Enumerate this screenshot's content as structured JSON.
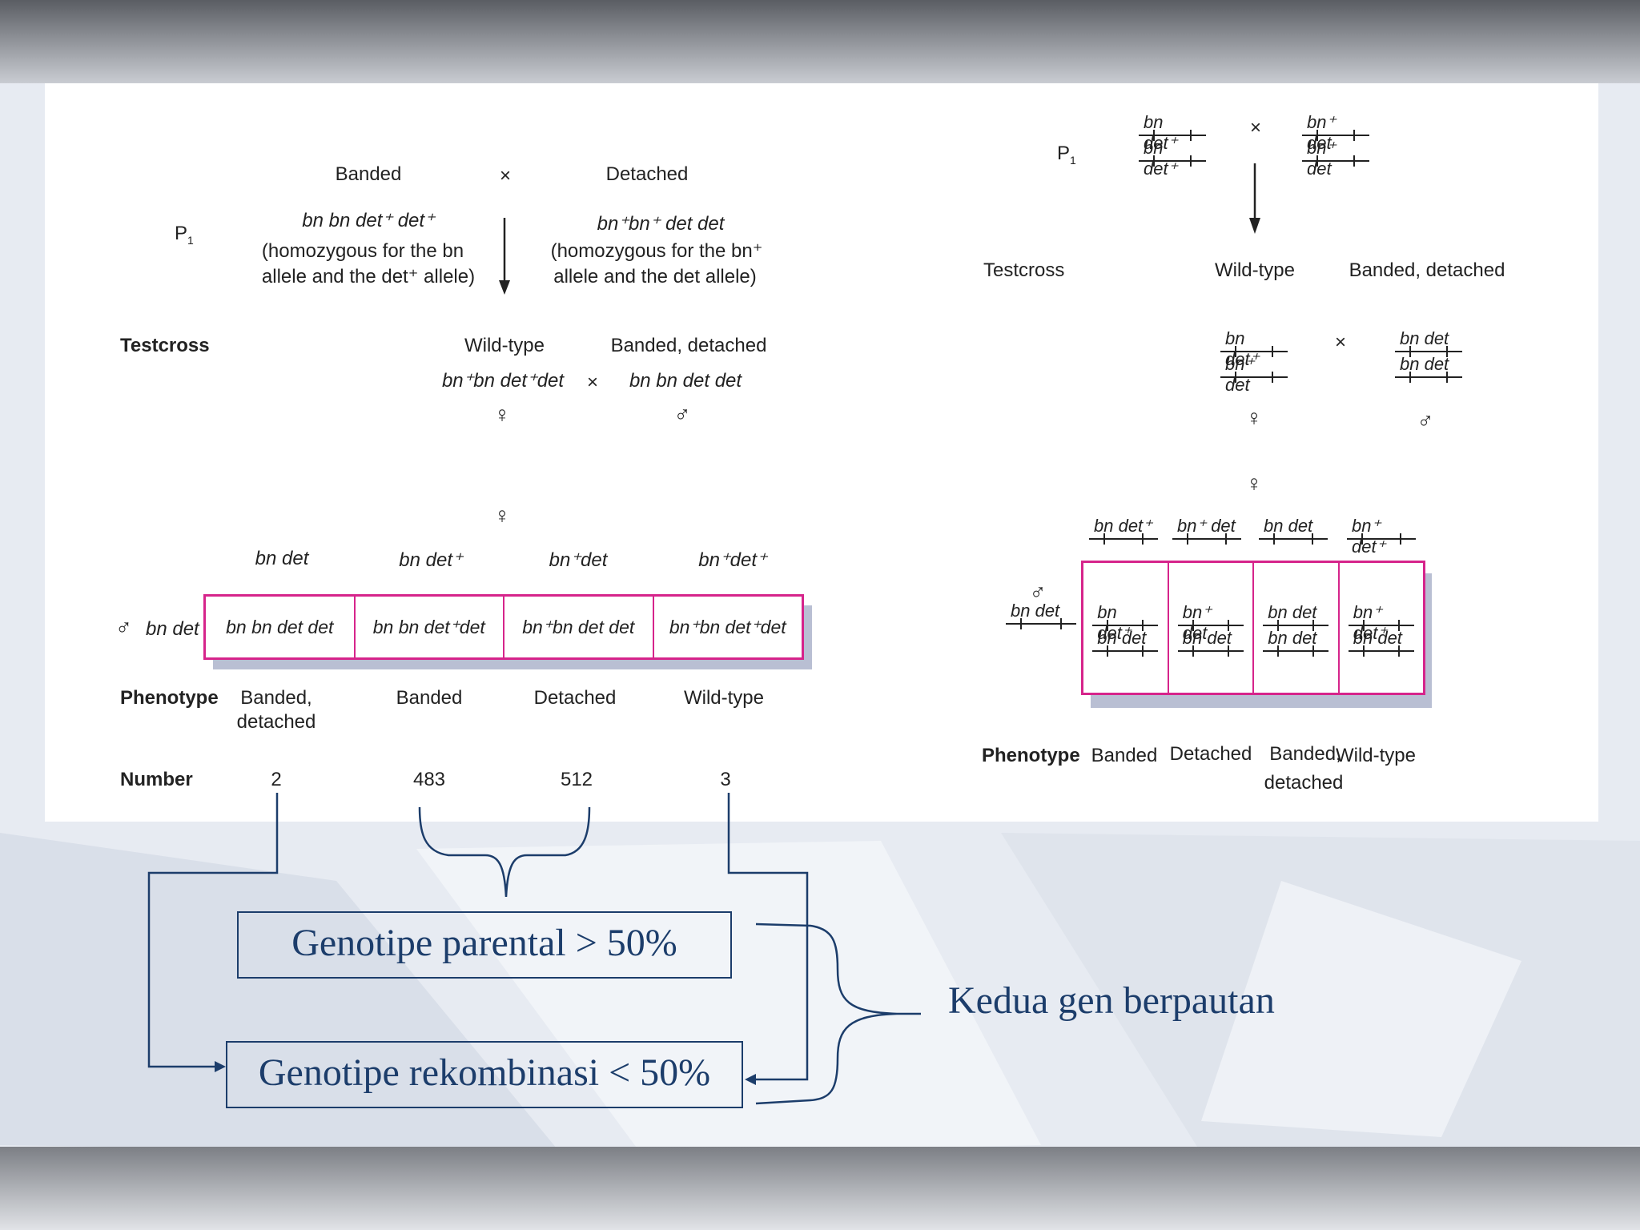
{
  "left": {
    "p1": "P",
    "p1_sub": "1",
    "banded": "Banded",
    "cross": "×",
    "detached": "Detached",
    "banded_genotype": "bn bn det⁺ det⁺",
    "banded_note_1": "(homozygous for the bn",
    "banded_note_2": "allele and the det⁺ allele)",
    "detached_genotype": "bn⁺bn⁺ det det",
    "detached_note_1": "(homozygous for the bn⁺",
    "detached_note_2": "allele and the det allele)",
    "testcross": "Testcross",
    "wildtype": "Wild-type",
    "banded_detached": "Banded, detached",
    "female_genotype": "bn⁺bn det⁺det",
    "male_genotype": "bn bn det det",
    "female_symbol": "♀",
    "male_symbol": "♂",
    "gametes": [
      "bn det",
      "bn det⁺",
      "bn⁺det",
      "bn⁺det⁺"
    ],
    "male_gamete": "bn det",
    "cells": [
      "bn bn  det det",
      "bn bn  det⁺det",
      "bn⁺bn  det det",
      "bn⁺bn  det⁺det"
    ],
    "phenotype_label": "Phenotype",
    "phenotypes_line1": [
      "Banded,",
      "Banded",
      "Detached",
      "Wild-type"
    ],
    "phenotype_line2": "detached",
    "number_label": "Number",
    "numbers": [
      "2",
      "483",
      "512",
      "3"
    ]
  },
  "right": {
    "p1": "P",
    "p1_sub": "1",
    "cross": "×",
    "testcross": "Testcross",
    "wildtype": "Wild-type",
    "banded_detached": "Banded, detached",
    "female_symbol": "♀",
    "male_symbol": "♂",
    "p1_left": [
      "bn  det⁺",
      "bn  det⁺"
    ],
    "p1_right": [
      "bn⁺  det",
      "bn⁺  det"
    ],
    "tc_left": [
      "bn  det⁺",
      "bn⁺ det"
    ],
    "tc_right": [
      "bn  det",
      "bn  det"
    ],
    "gametes": [
      "bn  det⁺",
      "bn⁺ det",
      "bn  det",
      "bn⁺ det⁺"
    ],
    "male_gamete": "bn  det",
    "cells_top": [
      "bn  det⁺",
      "bn⁺ det",
      "bn  det",
      "bn⁺ det⁺"
    ],
    "cells_bottom": [
      "bn  det",
      "bn  det",
      "bn  det",
      "bn  det"
    ],
    "phenotype_label": "Phenotype",
    "phenotypes": [
      "Banded",
      "Detached",
      "Banded,",
      "Wild-type"
    ],
    "phenotype_line2": "detached"
  },
  "annotations": {
    "parental": "Genotipe parental > 50%",
    "recombinant": "Genotipe rekombinasi < 50%",
    "linked": "Kedua gen berpautan"
  }
}
